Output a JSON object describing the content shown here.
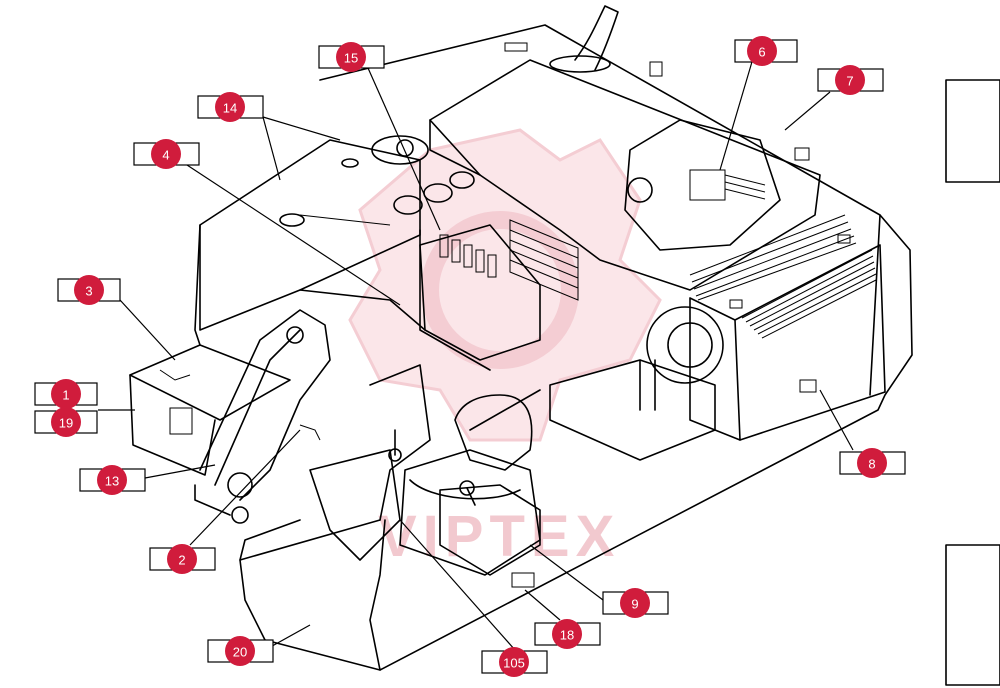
{
  "watermark": {
    "text": "VIPTEX",
    "color": "#f2c9cf"
  },
  "colors": {
    "badge": "#d01c3c",
    "line": "#000000",
    "background": "#ffffff"
  },
  "callouts": [
    {
      "id": "1"
    },
    {
      "id": "19"
    },
    {
      "id": "3"
    },
    {
      "id": "4"
    },
    {
      "id": "14"
    },
    {
      "id": "15"
    },
    {
      "id": "6"
    },
    {
      "id": "7"
    },
    {
      "id": "8"
    },
    {
      "id": "13"
    },
    {
      "id": "2"
    },
    {
      "id": "20"
    },
    {
      "id": "105"
    },
    {
      "id": "18"
    },
    {
      "id": "9"
    }
  ]
}
